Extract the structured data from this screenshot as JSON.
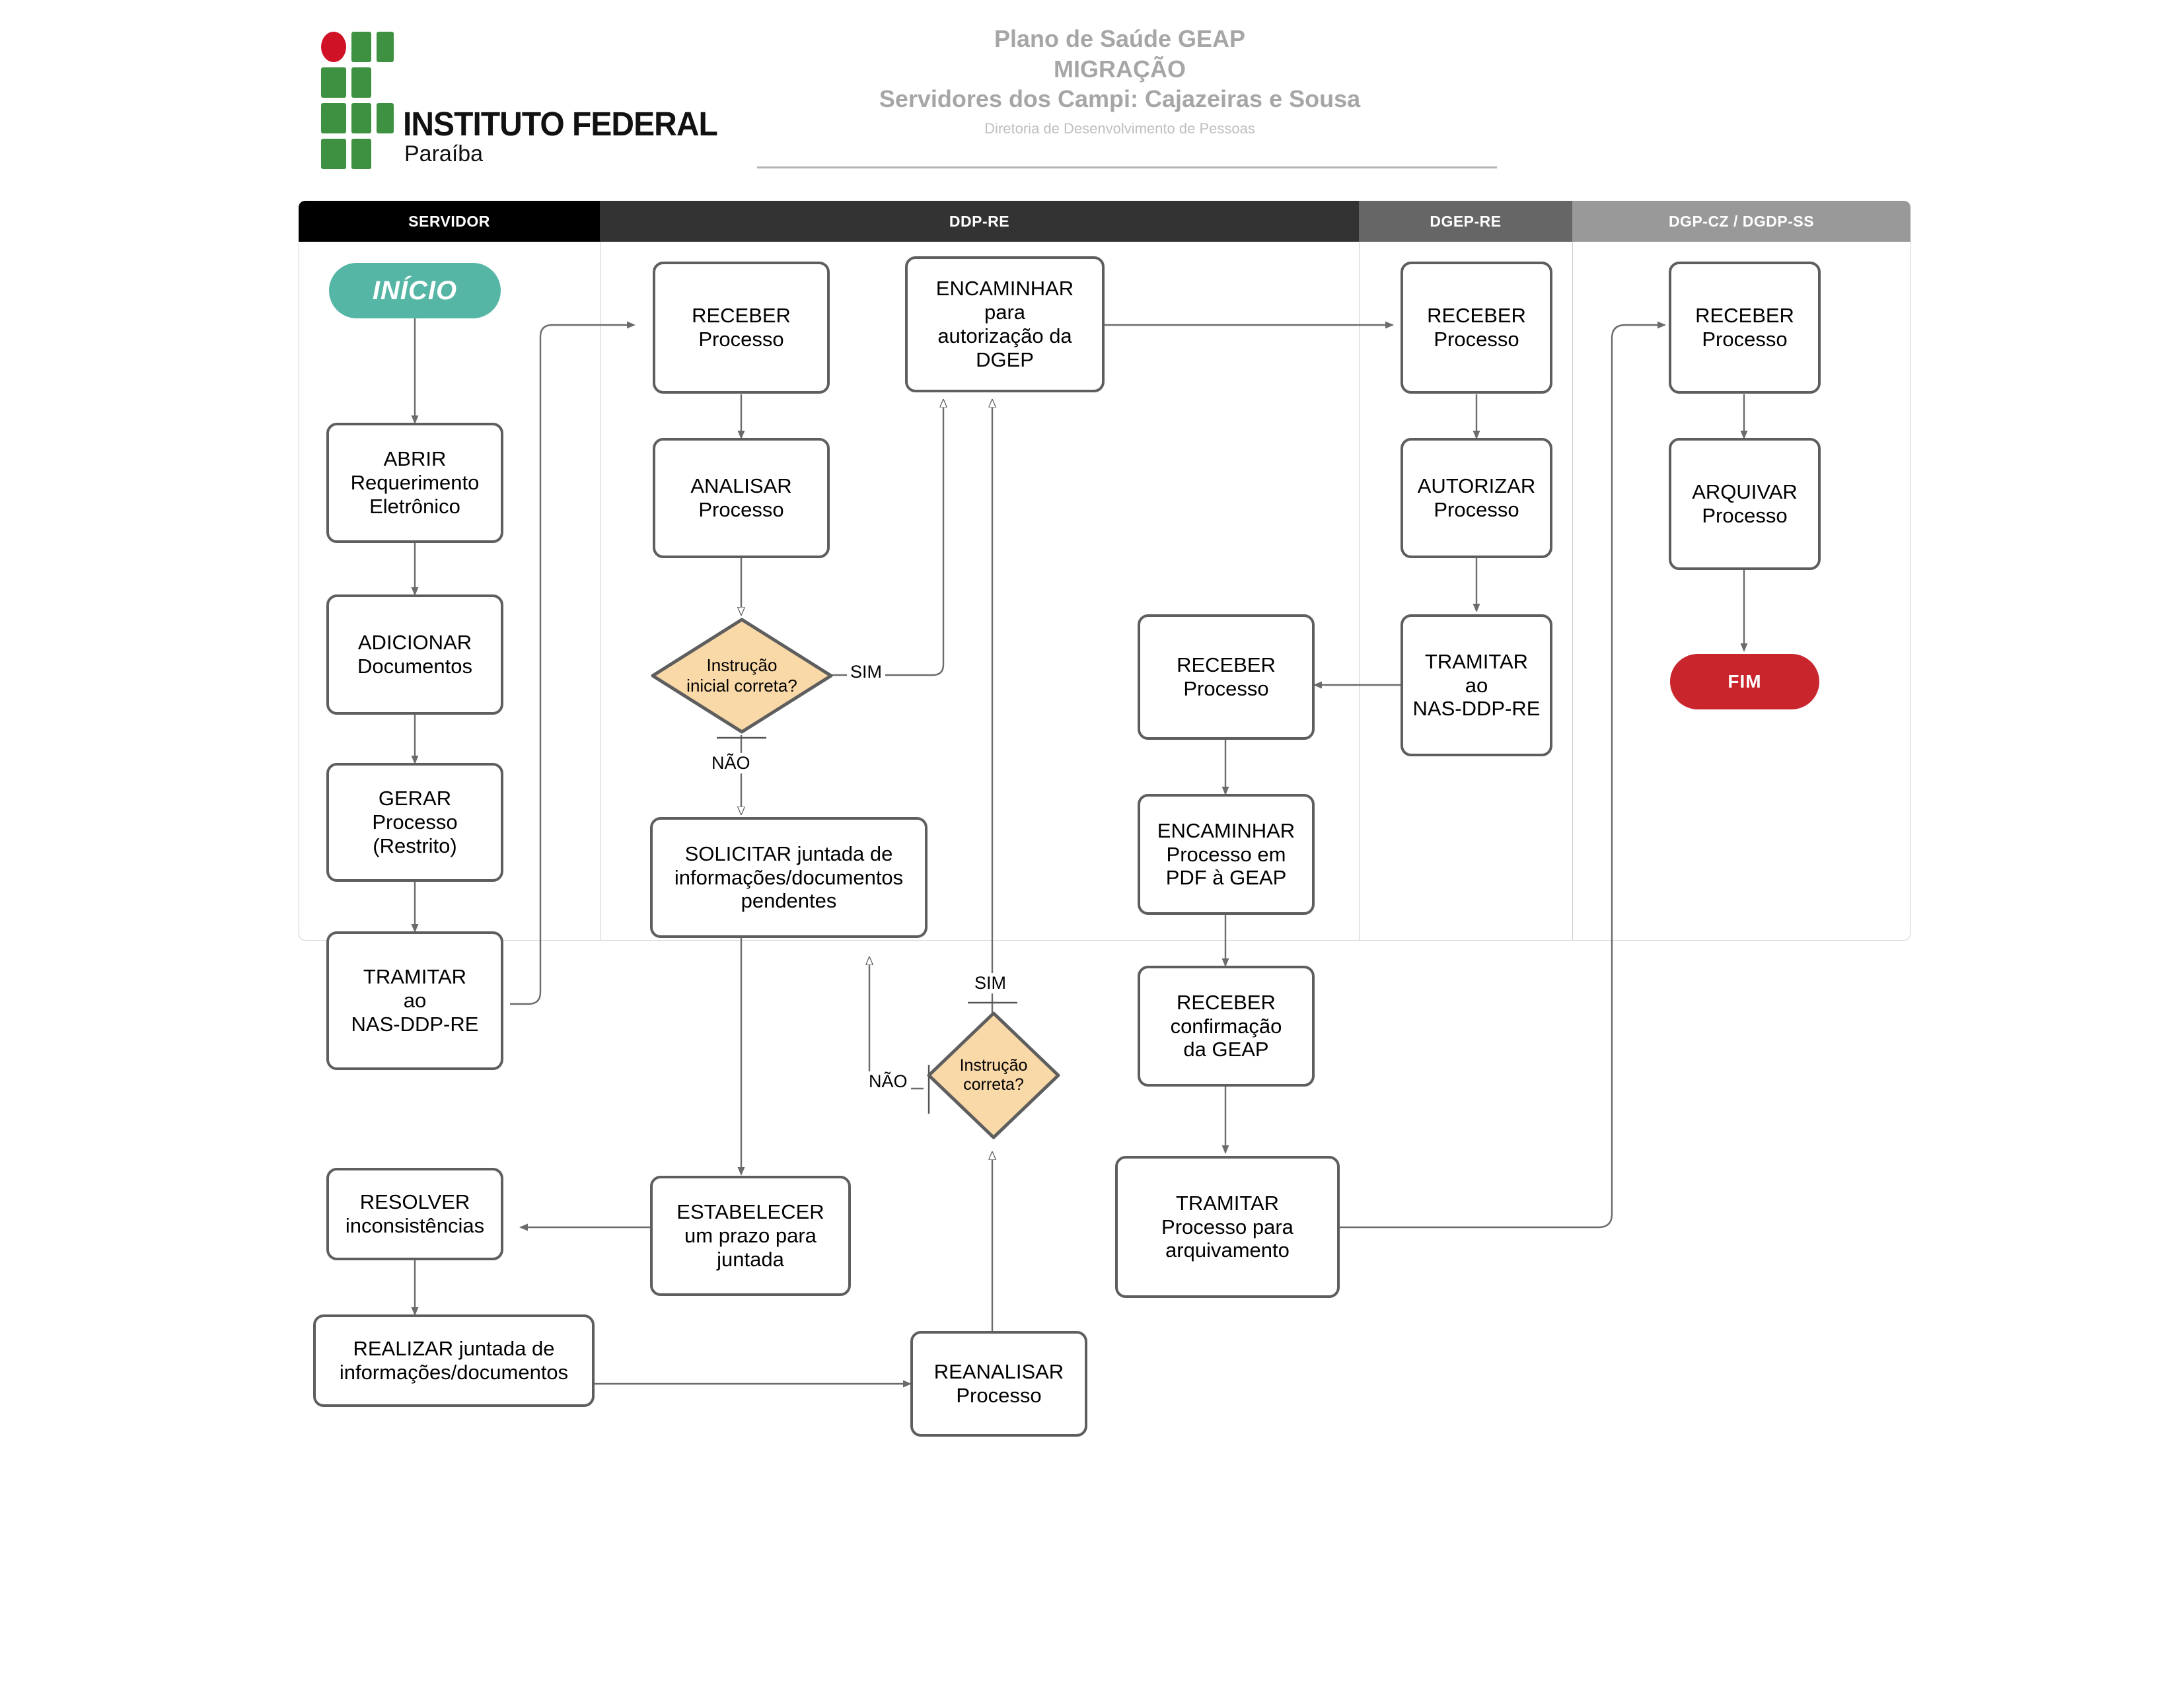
{
  "header": {
    "logo": {
      "institution": "INSTITUTO FEDERAL",
      "state": "Paraíba"
    },
    "title_line1": "Plano de Saúde GEAP",
    "title_line2": "MIGRAÇÃO",
    "title_line3": "Servidores dos Campi: Cajazeiras e Sousa",
    "subtitle": "Diretoria de Desenvolvimento de Pessoas"
  },
  "colors": {
    "lane_servidor": "#000000",
    "lane_ddp": "#333333",
    "lane_dgep": "#666666",
    "lane_dgp": "#999999",
    "start_fill": "#55b6a6",
    "end_fill": "#c9252d",
    "decision_fill": "#fad9a8",
    "node_border": "#5e5e5e"
  },
  "lanes": [
    {
      "id": "servidor",
      "label": "SERVIDOR"
    },
    {
      "id": "ddp-re",
      "label": "DDP-RE"
    },
    {
      "id": "dgep-re",
      "label": "DGEP-RE"
    },
    {
      "id": "dgp-cz-dgdp-ss",
      "label": "DGP-CZ / DGDP-SS"
    }
  ],
  "nodes": {
    "inicio": "INÍCIO",
    "abrir": "ABRIR\nRequerimento\nEletrônico",
    "adicionar": "ADICIONAR\nDocumentos",
    "gerar": "GERAR\nProcesso\n(Restrito)",
    "tramitar_nas": "TRAMITAR\nao\nNAS-DDP-RE",
    "resolver": "RESOLVER\ninconsistências",
    "realizar": "REALIZAR  juntada de\ninformações/documentos",
    "receber_ddp": "RECEBER\nProcesso",
    "analisar": "ANALISAR\nProcesso",
    "decisao1": "Instrução\ninicial correta?",
    "solicitar": "SOLICITAR juntada de\ninformações/documentos\npendentes",
    "estabelecer": "ESTABELECER\num prazo para\njuntada",
    "decisao2": "Instrução\ncorreta?",
    "reanalisar": "REANALISAR\nProcesso",
    "encaminhar_dgep": "ENCAMINHAR\npara\nautorização da\nDGEP",
    "receber_nas": "RECEBER\nProcesso",
    "encaminhar_geap": "ENCAMINHAR\nProcesso em\nPDF à GEAP",
    "receber_conf": "RECEBER\nconfirmação\nda GEAP",
    "tramitar_arq": "TRAMITAR\nProcesso para\narquivamento",
    "receber_dgep": "RECEBER\nProcesso",
    "autorizar": "AUTORIZAR\nProcesso",
    "tramitar_nas2": "TRAMITAR\nao\nNAS-DDP-RE",
    "receber_dgp": "RECEBER\nProcesso",
    "arquivar": "ARQUIVAR\nProcesso",
    "fim": "FIM"
  },
  "edge_labels": {
    "sim1": "SIM",
    "nao1": "NÃO",
    "sim2": "SIM",
    "nao2": "NÃO"
  }
}
